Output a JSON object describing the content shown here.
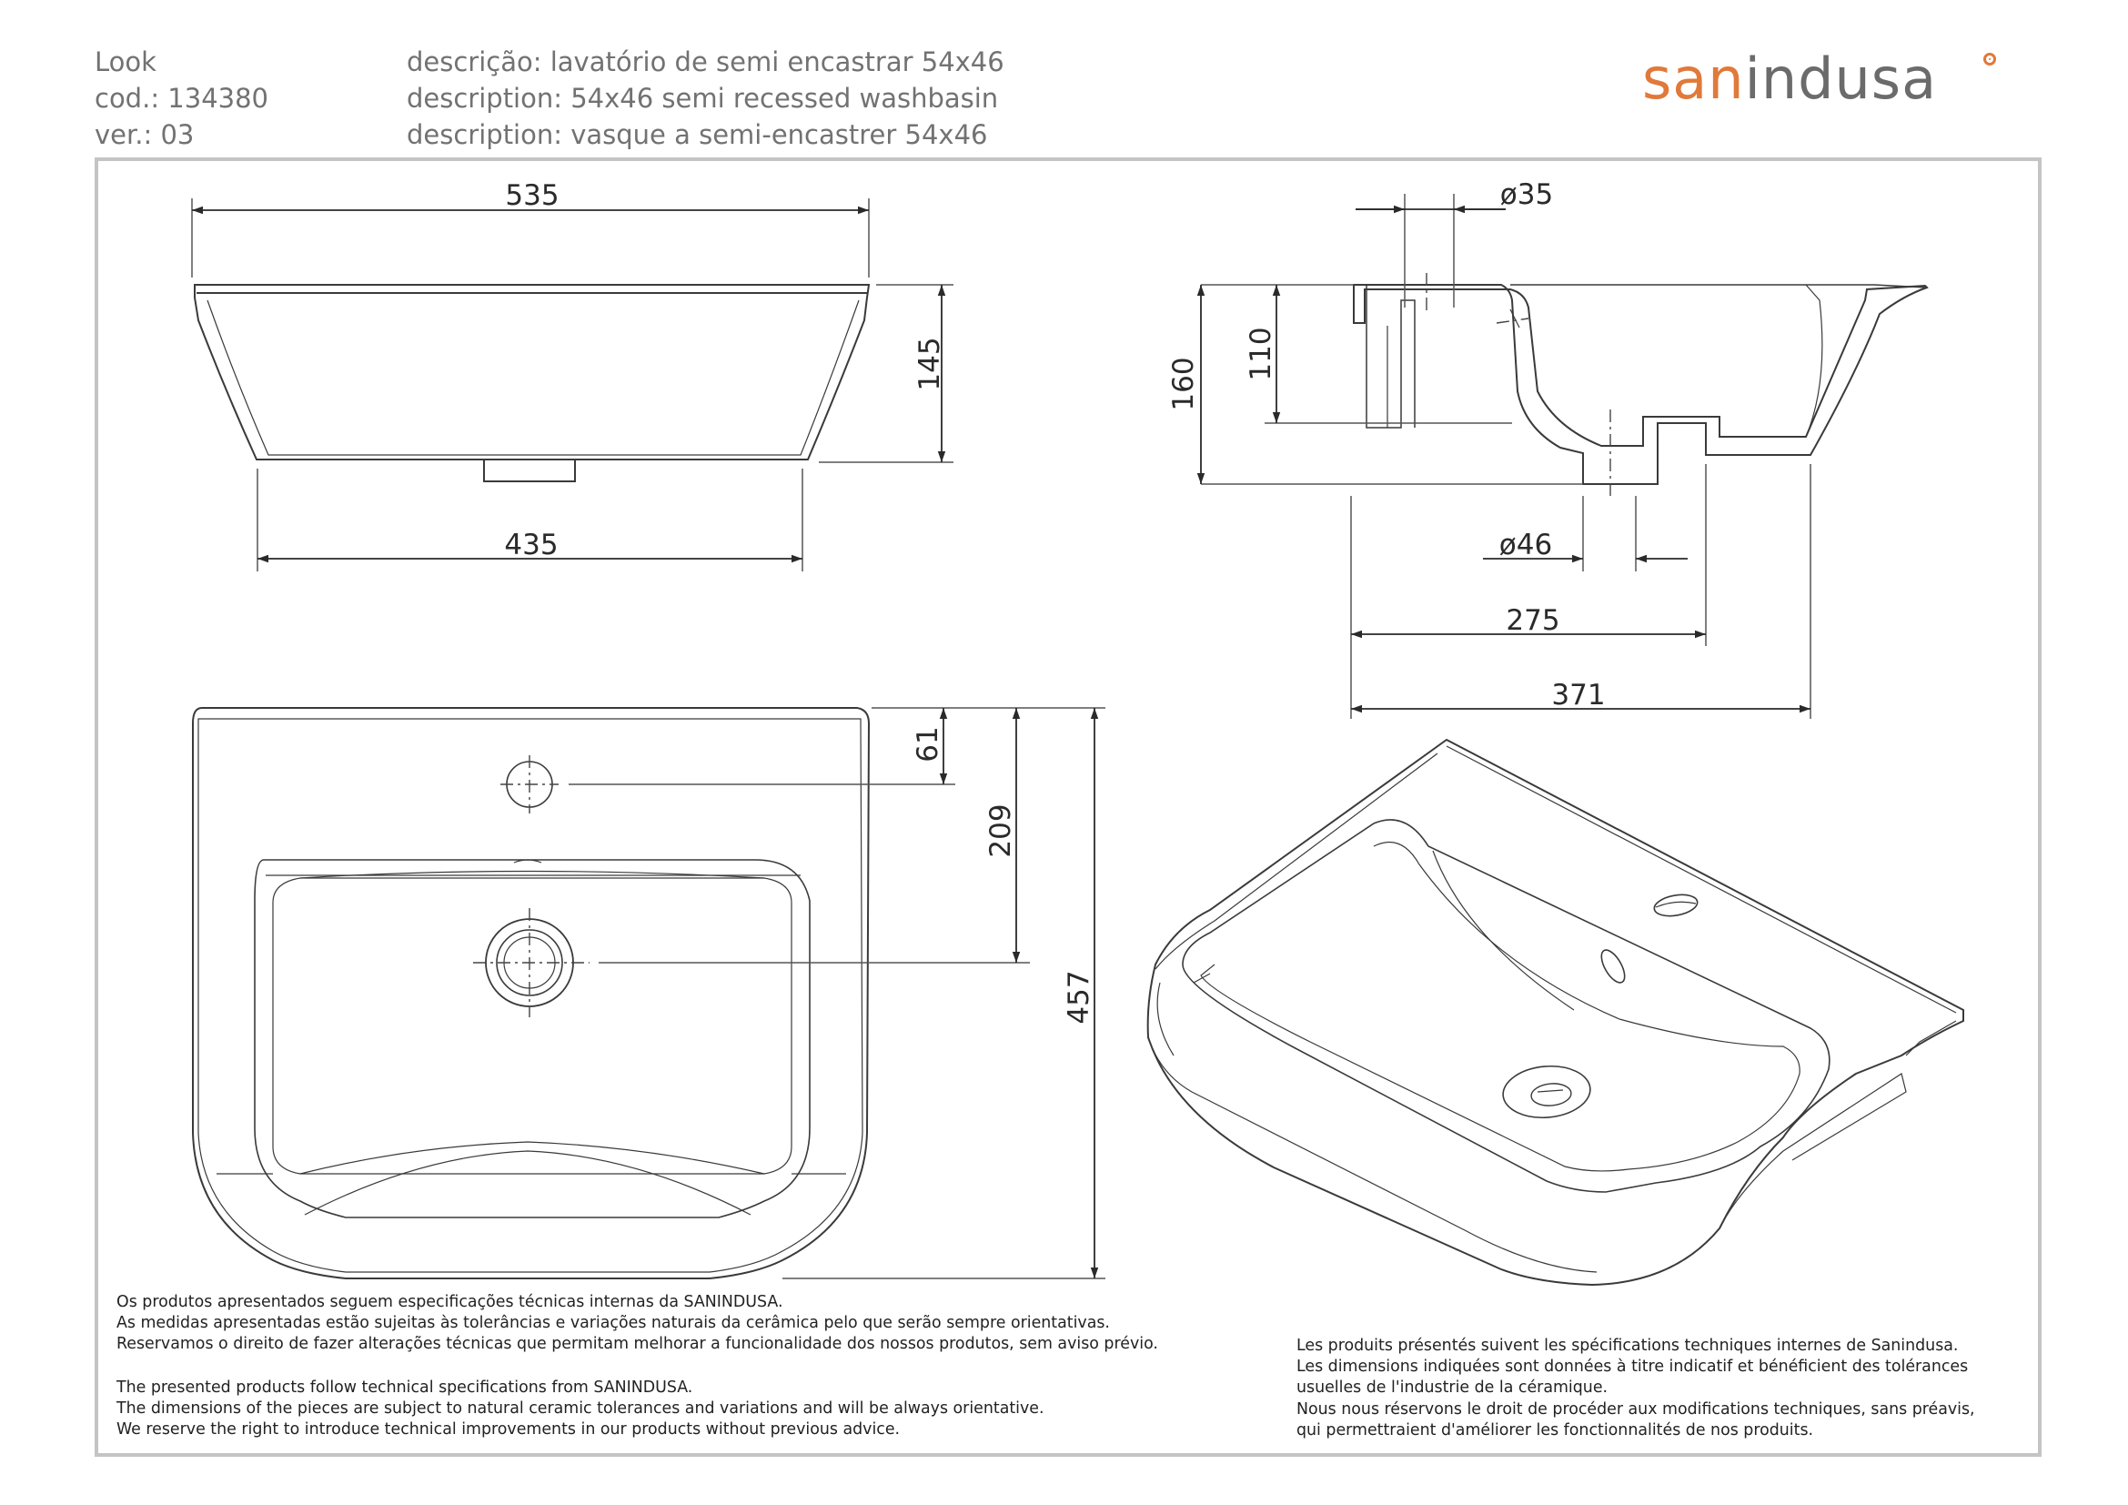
{
  "header": {
    "product_name": "Look",
    "code": "cod.: 134380",
    "version": "ver.: 03",
    "desc_pt": "descrição: lavatório de semi encastrar 54x46",
    "desc_en": "description: 54x46 semi recessed washbasin",
    "desc_fr": "description: vasque a semi-encastrer 54x46"
  },
  "logo": {
    "part_orange": "san",
    "part_grey": "indusa"
  },
  "dimensions": {
    "top_width": "535",
    "bottom_width": "435",
    "front_height": "145",
    "tap_hole_dia": "ø35",
    "total_height": "160",
    "bowl_height": "110",
    "drain_dia": "ø46",
    "drain_depth": "275",
    "total_depth": "371",
    "tap_offset": "61",
    "drain_offset": "209",
    "plan_depth": "457"
  },
  "notes_left": {
    "pt": [
      "Os produtos apresentados seguem especificações técnicas internas da SANINDUSA.",
      "As medidas apresentadas estão sujeitas às tolerâncias e variações naturais da cerâmica pelo que serão sempre orientativas.",
      "Reservamos o direito de fazer alterações técnicas que permitam melhorar a funcionalidade dos nossos produtos, sem aviso prévio."
    ],
    "en": [
      "The presented products follow technical specifications from SANINDUSA.",
      "The dimensions of the pieces are subject to natural ceramic tolerances and variations and will be always orientative.",
      "We reserve the right to introduce technical improvements in our products without previous advice."
    ]
  },
  "notes_right": [
    "Les produits présentés suivent les spécifications techniques internes de Sanindusa.",
    "Les dimensions indiquées sont données à titre indicatif et bénéficient des tolérances",
    "usuelles de l'industrie de la céramique.",
    "Nous nous réservons le droit de procéder aux modifications techniques, sans préavis,",
    "qui permettraient d'améliorer les fonctionnalités de nos produits."
  ],
  "colors": {
    "brand_orange": "#e0793a",
    "text_grey": "#727272",
    "frame_grey": "#c4c4c4"
  }
}
